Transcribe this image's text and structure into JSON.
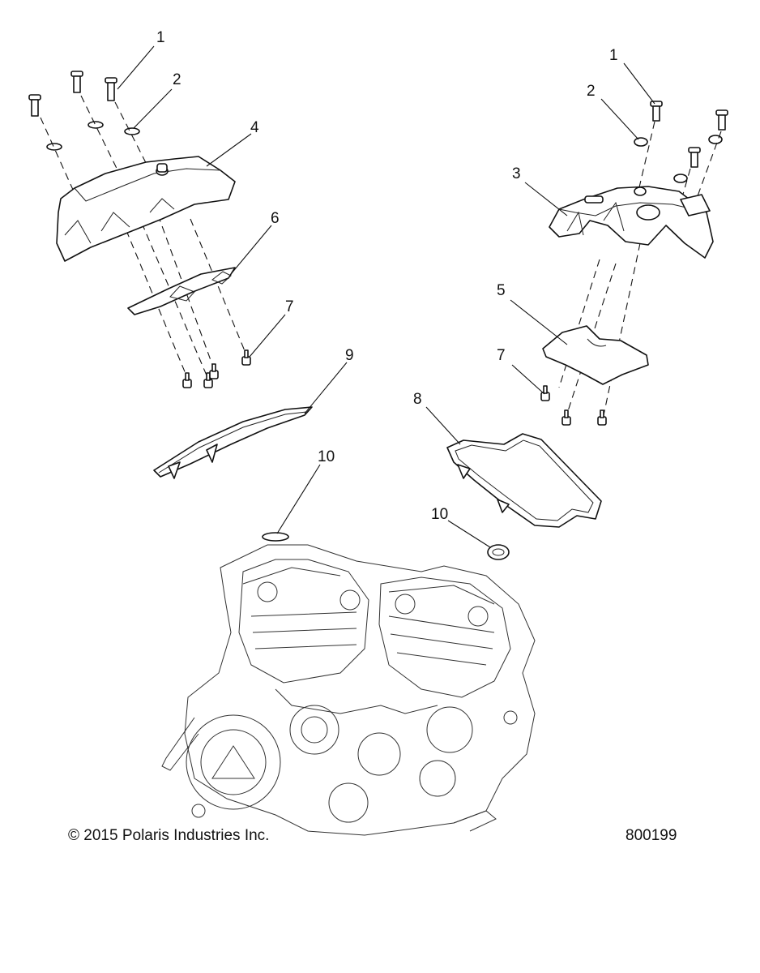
{
  "callouts": [
    {
      "id": "left-1",
      "label": "1"
    },
    {
      "id": "left-2",
      "label": "2"
    },
    {
      "id": "left-4",
      "label": "4"
    },
    {
      "id": "left-6",
      "label": "6"
    },
    {
      "id": "left-7",
      "label": "7"
    },
    {
      "id": "left-9",
      "label": "9"
    },
    {
      "id": "left-10",
      "label": "10"
    },
    {
      "id": "right-1",
      "label": "1"
    },
    {
      "id": "right-2",
      "label": "2"
    },
    {
      "id": "right-3",
      "label": "3"
    },
    {
      "id": "right-5",
      "label": "5"
    },
    {
      "id": "right-7",
      "label": "7"
    },
    {
      "id": "right-8",
      "label": "8"
    },
    {
      "id": "right-10",
      "label": "10"
    }
  ],
  "footer": {
    "copyright": "© 2015 Polaris Industries Inc.",
    "figure_number": "800199"
  }
}
